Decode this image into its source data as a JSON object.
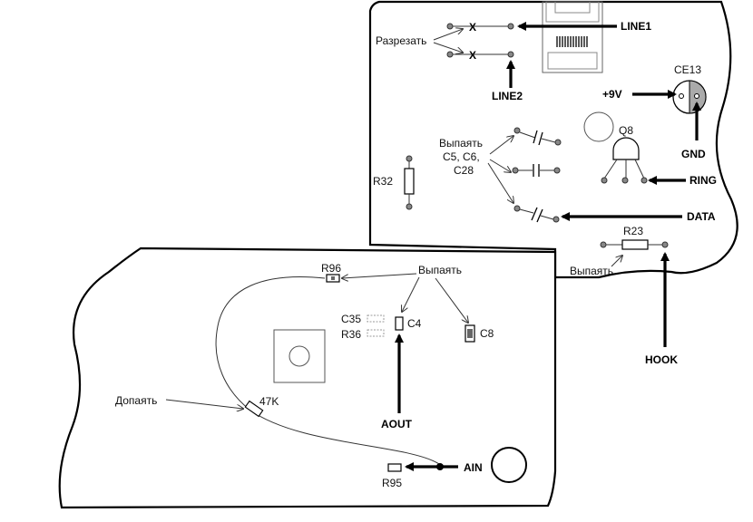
{
  "labels": {
    "line1": "LINE1",
    "line2": "LINE2",
    "cut": "Разрезать",
    "ce13": "CE13",
    "plus9v": "+9V",
    "gnd": "GND",
    "q8": "Q8",
    "ring": "RING",
    "data": "DATA",
    "desolder_caps_1": "Выпаять",
    "desolder_caps_2": "C5, C6,",
    "desolder_caps_3": "C28",
    "r32": "R32",
    "r23": "R23",
    "desolder_r23": "Выпаять",
    "hook": "HOOK",
    "r96": "R96",
    "desolder_top": "Выпаять",
    "c35": "C35",
    "r36": "R36",
    "c4": "C4",
    "c8": "C8",
    "solder_add": "Допаять",
    "r47k": "47K",
    "aout": "AOUT",
    "ain": "AIN",
    "r95": "R95"
  }
}
